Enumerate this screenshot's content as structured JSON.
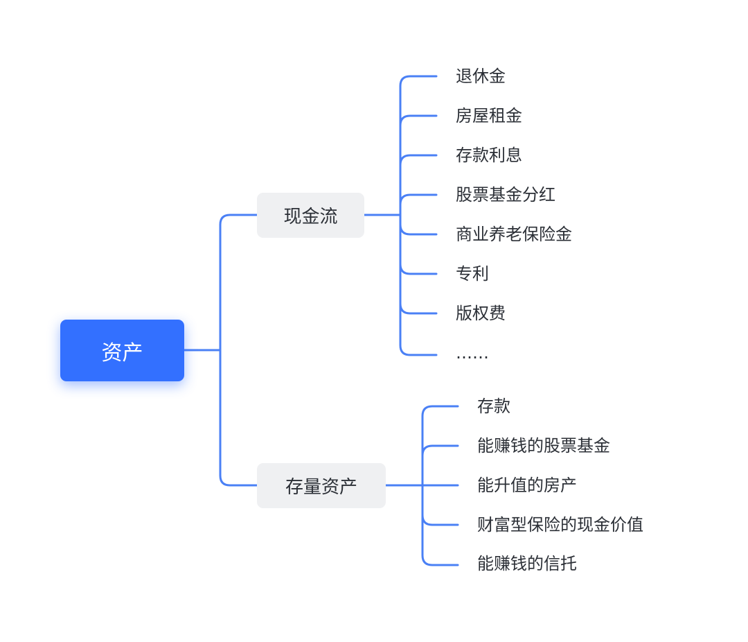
{
  "mindmap": {
    "root": {
      "label": "资产"
    },
    "branches": [
      {
        "label": "现金流",
        "children": [
          "退休金",
          "房屋租金",
          "存款利息",
          "股票基金分红",
          "商业养老保险金",
          "专利",
          "版权费",
          "……"
        ]
      },
      {
        "label": "存量资产",
        "children": [
          "存款",
          "能赚钱的股票基金",
          "能升值的房产",
          "财富型保险的现金价值",
          "能赚钱的信托"
        ]
      }
    ]
  },
  "colors": {
    "accent": "#3370ff",
    "connector": "#4a80f5",
    "branch_bg": "#eff0f2",
    "text": "#2b2f36"
  }
}
